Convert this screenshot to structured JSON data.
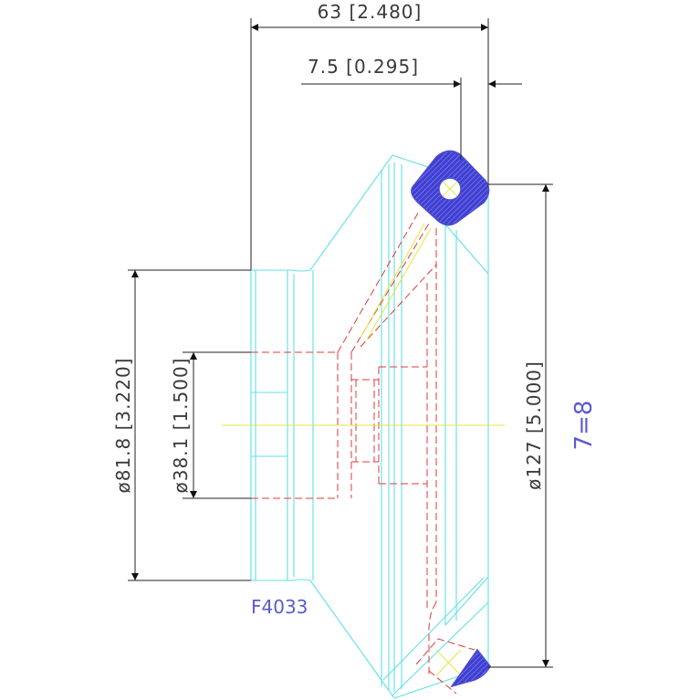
{
  "dimensions": {
    "overall_width": "63 [2.480]",
    "offset": "7.5 [0.295]",
    "hub_diameter": "ø81.8 [3.220]",
    "bore_diameter": "ø38.1 [1.500]",
    "outer_diameter": "ø127 [5.000]"
  },
  "annotations": {
    "part_number": "F4033",
    "quantity": "7=8"
  },
  "colors": {
    "outline": "#5fe0e8",
    "hidden": "#e23a3a",
    "centerline": "#e6e640",
    "hatch": "#4b4bd6",
    "dimension": "#222222"
  }
}
